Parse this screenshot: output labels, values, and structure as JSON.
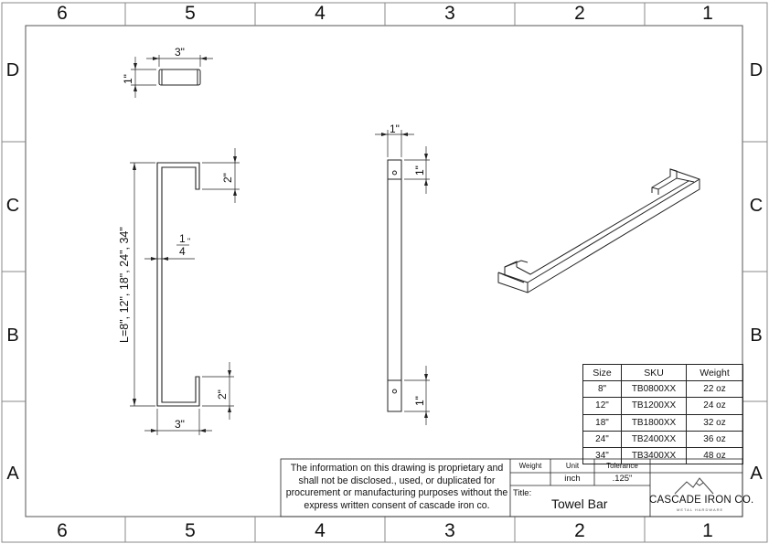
{
  "zones": {
    "columns": [
      "6",
      "5",
      "4",
      "3",
      "2",
      "1"
    ],
    "rows": [
      "D",
      "C",
      "B",
      "A"
    ]
  },
  "dimensions": {
    "top_view_width": "3\"",
    "top_view_height": "1\"",
    "front_length": "L=8\", 12\", 18\", 24\", 34\"",
    "front_leg_top": "2\"",
    "front_leg_bottom": "2\"",
    "front_bottom_width": "3\"",
    "thickness_numerator": "1",
    "thickness_denominator": "4",
    "thickness_unit": "\"",
    "side_view_width": "1\"",
    "side_top_hole": "1\"",
    "side_bottom_hole": "1\""
  },
  "sku_table": {
    "headers": [
      "Size",
      "SKU",
      "Weight"
    ],
    "rows": [
      [
        "8\"",
        "TB0800XX",
        "22 oz"
      ],
      [
        "12\"",
        "TB1200XX",
        "24 oz"
      ],
      [
        "18\"",
        "TB1800XX",
        "32 oz"
      ],
      [
        "24\"",
        "TB2400XX",
        "36 oz"
      ],
      [
        "34\"",
        "TB3400XX",
        "48 oz"
      ]
    ]
  },
  "title_block": {
    "notice": "The information on this drawing is proprietary and shall not be disclosed., used, or duplicated for procurement or manufacturing purposes without the express written consent of cascade iron co.",
    "weight_label": "Weight",
    "unit_label": "Unit",
    "tolerance_label": "Tolerance",
    "unit_value": "inch",
    "tolerance_value": ".125\"",
    "title_label": "Title:",
    "title_value": "Towel Bar",
    "company": "CASCADE IRON CO.",
    "company_sub": "METAL HARDWARE"
  }
}
